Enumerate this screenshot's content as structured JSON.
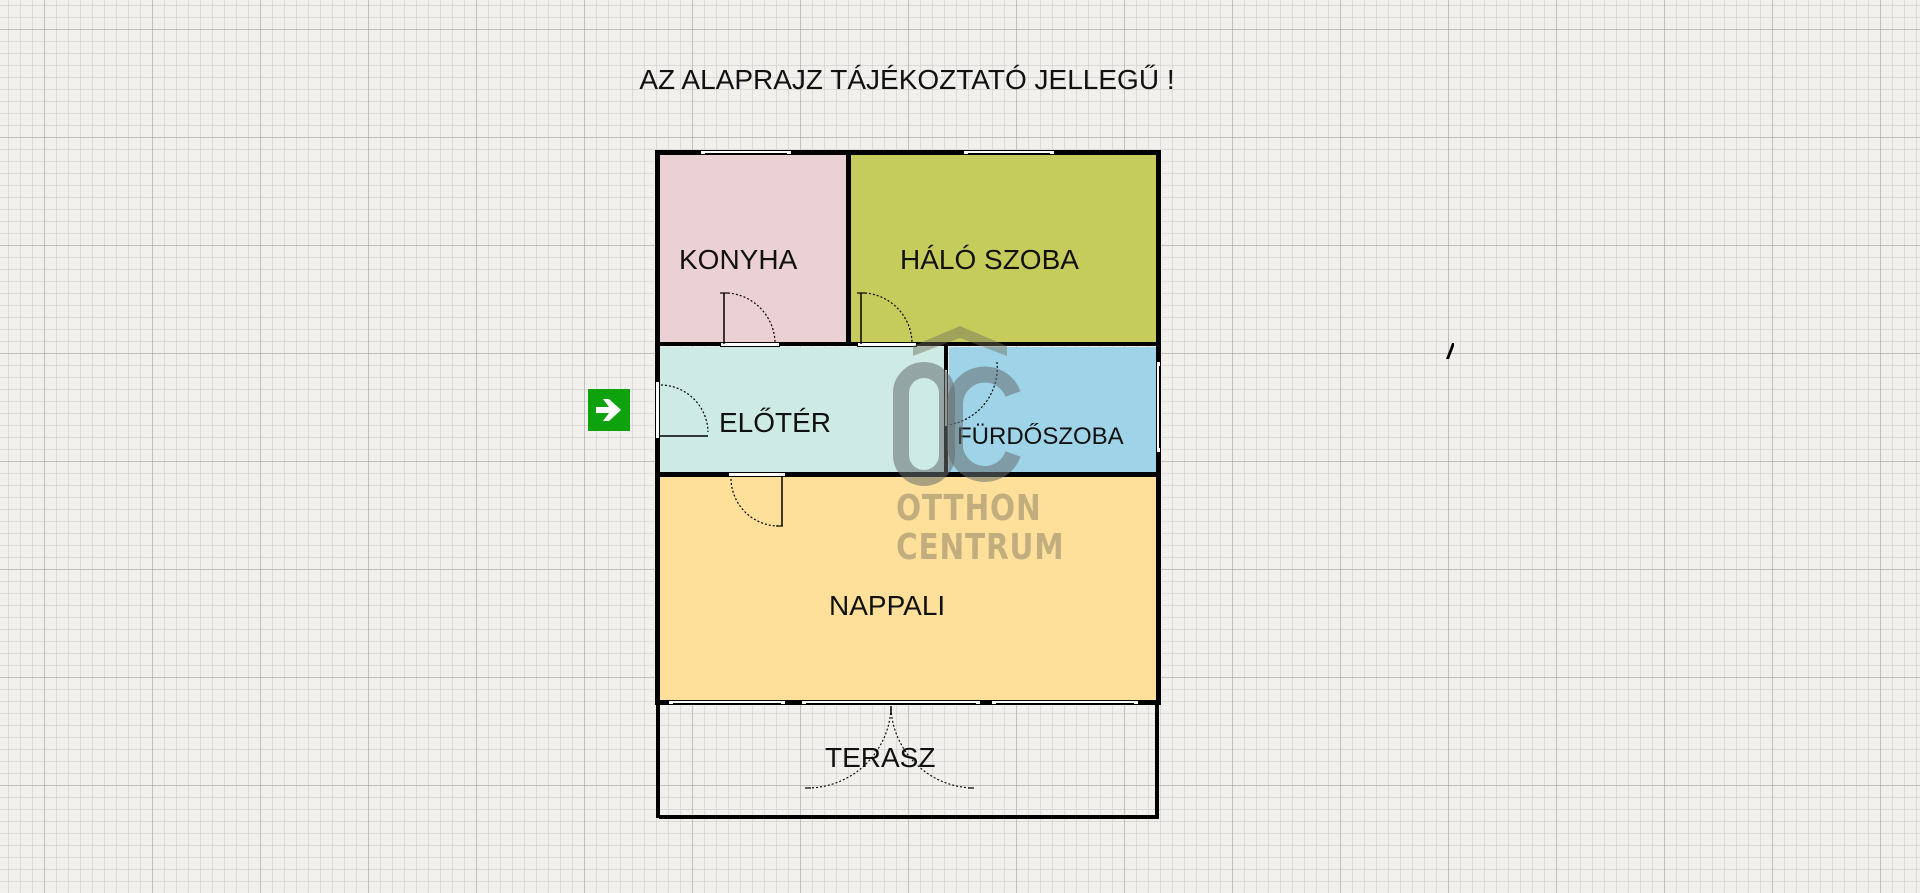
{
  "title": "AZ ALAPRAJZ TÁJÉKOZTATÓ JELLEGŰ !",
  "rooms": {
    "konyha": {
      "label": "KONYHA",
      "color": "#ebd1d3"
    },
    "halo_szoba": {
      "label": "HÁLÓ SZOBA",
      "color": "#c6cc5c"
    },
    "eloter": {
      "label": "ELŐTÉR",
      "color": "#cdeae5"
    },
    "furdoszoba": {
      "label": "FÜRDŐSZOBA",
      "color": "#9fd3e8"
    },
    "nappali": {
      "label": "NAPPALI",
      "color": "#fee09a"
    },
    "terasz": {
      "label": "TERASZ",
      "color": "#f1f0ec"
    }
  },
  "watermark": {
    "logo_letters": "OC",
    "line1": "OTTHON",
    "line2": "CENTRUM"
  },
  "entrance": {
    "icon": "exit-arrow-icon",
    "color": "#0ea20e"
  },
  "colors": {
    "wall": "#000000",
    "background": "#f1f0ec",
    "grid_minor": "#d6d5d1",
    "grid_major": "#bcbbb7"
  }
}
